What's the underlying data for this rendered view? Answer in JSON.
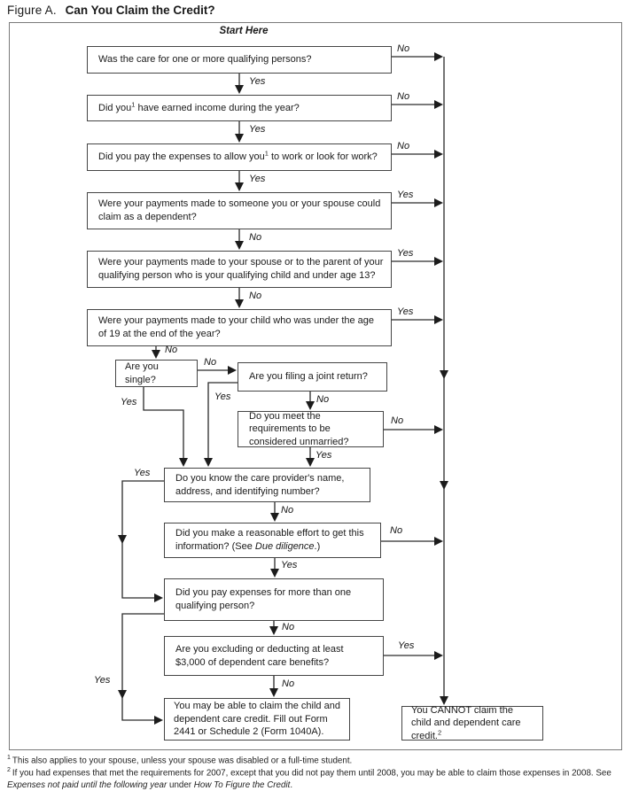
{
  "figure": {
    "label": "Figure A.",
    "title": "Can You Claim the Credit?",
    "start_here": "Start Here"
  },
  "labels": {
    "yes": "Yes",
    "no": "No"
  },
  "nodes": {
    "qualifying": {
      "text": "Was the care for one or more qualifying persons?"
    },
    "income": {
      "pre": "Did you",
      "sup": "1",
      "post": " have earned income during the year?"
    },
    "expenses": {
      "pre": "Did you pay the expenses to allow you",
      "sup": "1",
      "post": " to work or look for work?"
    },
    "dependent": {
      "text": "Were your payments made to someone you or your spouse could claim as a dependent?"
    },
    "spouse_parent": {
      "text": "Were your payments made to your spouse or to the parent of your qualifying person who is your qualifying child and under age 13?"
    },
    "child_under_19": {
      "text": "Were your payments made to your child who was under the age of 19 at the end of the year?"
    },
    "single": {
      "text": "Are you single?"
    },
    "joint_return": {
      "text": "Are you filing a joint return?"
    },
    "unmarried": {
      "text": "Do you meet the requirements to be considered unmarried?"
    },
    "provider_info": {
      "text": "Do you know the care provider's name, address, and identifying number?"
    },
    "due_diligence": {
      "pre": "Did you make a reasonable effort to get this information? (See ",
      "italic": "Due diligence",
      "post": ".)"
    },
    "multiple_persons": {
      "text": "Did you pay expenses for more than one qualifying person?"
    },
    "benefits_3000": {
      "text": "Are you excluding or deducting at least $3,000 of dependent care benefits?"
    },
    "result_may": {
      "text": "You may be able to claim the child and dependent care credit. Fill out Form 2441 or Schedule 2 (Form 1040A)."
    },
    "result_cannot": {
      "pre": "You CANNOT claim the child and dependent care credit.",
      "sup": "2"
    }
  },
  "footnotes": {
    "fn1": {
      "sup": "1",
      "text": "This also applies to your spouse, unless your spouse was disabled or a full-time student."
    },
    "fn2": {
      "sup": "2",
      "pre": "If you had expenses that met the requirements for 2007, except that you did not pay them until 2008, you may be able to claim those expenses in 2008. See ",
      "italic1": "Expenses not paid until the following year",
      "mid": " under ",
      "italic2": "How To Figure the Credit",
      "post": "."
    }
  },
  "colors": {
    "ink": "#2a2a2a",
    "box_border": "#454545",
    "frame_border": "#7a7a7a"
  }
}
